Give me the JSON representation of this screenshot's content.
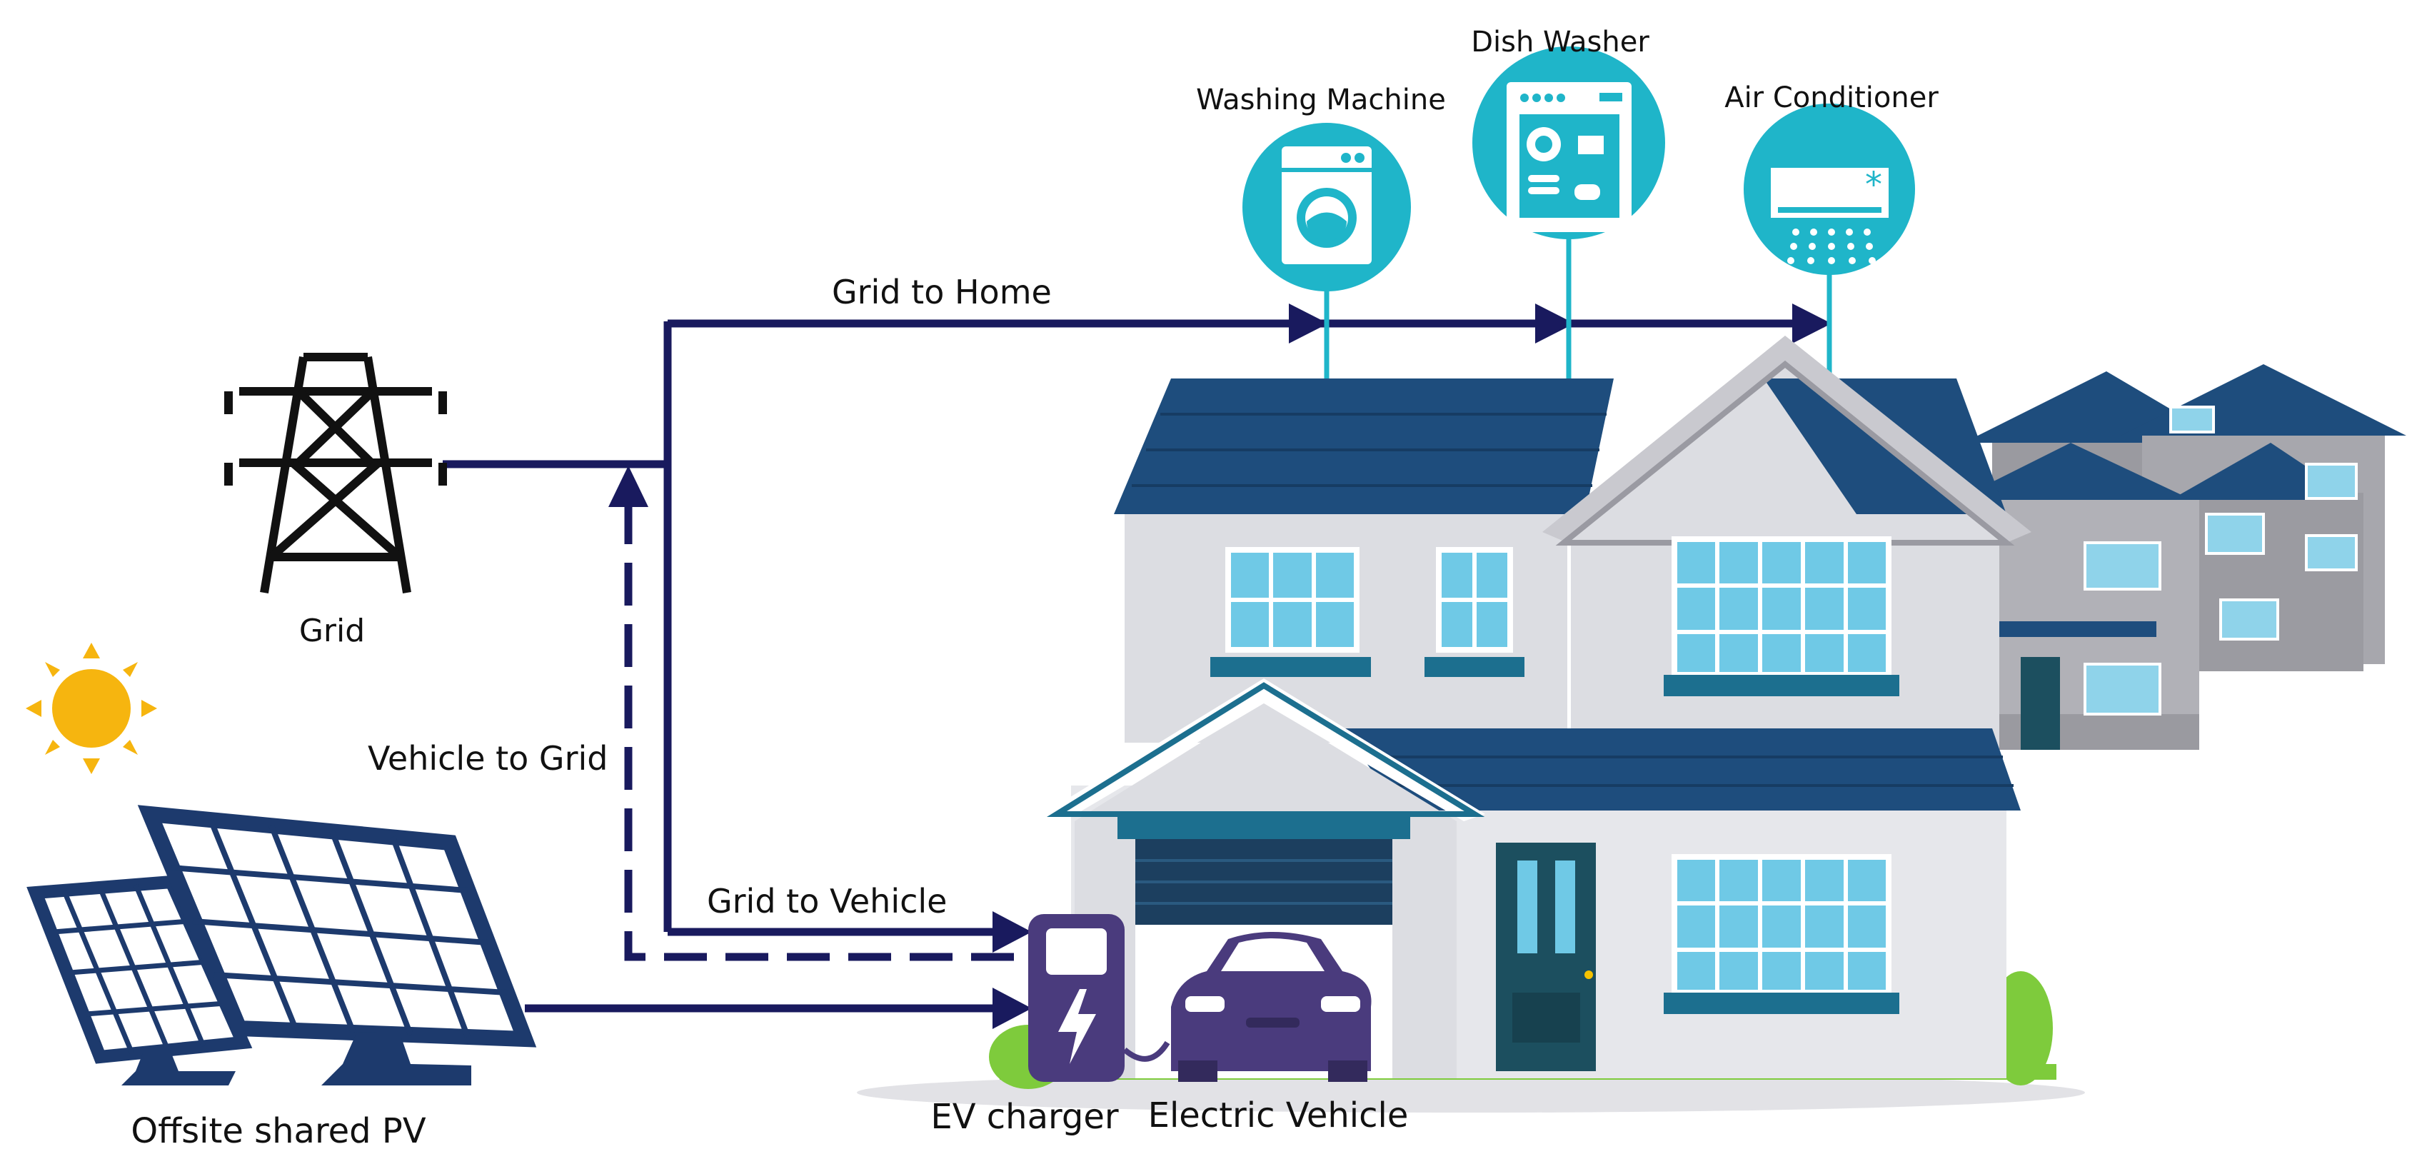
{
  "labels": {
    "grid": "Grid",
    "offsite_pv": "Offsite shared PV",
    "vehicle_to_grid": "Vehicle to Grid",
    "grid_to_vehicle": "Grid to Vehicle",
    "grid_to_home": "Grid to Home",
    "ev_charger": "EV charger",
    "electric_vehicle": "Electric Vehicle",
    "washing_machine": "Washing Machine",
    "dish_washer": "Dish Washer",
    "air_conditioner": "Air Conditioner"
  },
  "colors": {
    "flow_line": "#191a5e",
    "appliance_bg": "#1fb5c9",
    "roof": "#1e4d7d",
    "wall": "#dcdde2",
    "window": "#6fc9e6",
    "trim": "#1c6f8f",
    "sun": "#f6b50f",
    "solar_panel": "#1d3a6d",
    "charger": "#4a3b7d",
    "car": "#4a3b7d",
    "grass": "#7ecb3c"
  },
  "icons": [
    "grid-tower-icon",
    "sun-icon",
    "solar-panel-icon",
    "ev-charger-icon",
    "car-icon",
    "washing-machine-icon",
    "dish-washer-icon",
    "air-conditioner-icon",
    "house-icon"
  ]
}
